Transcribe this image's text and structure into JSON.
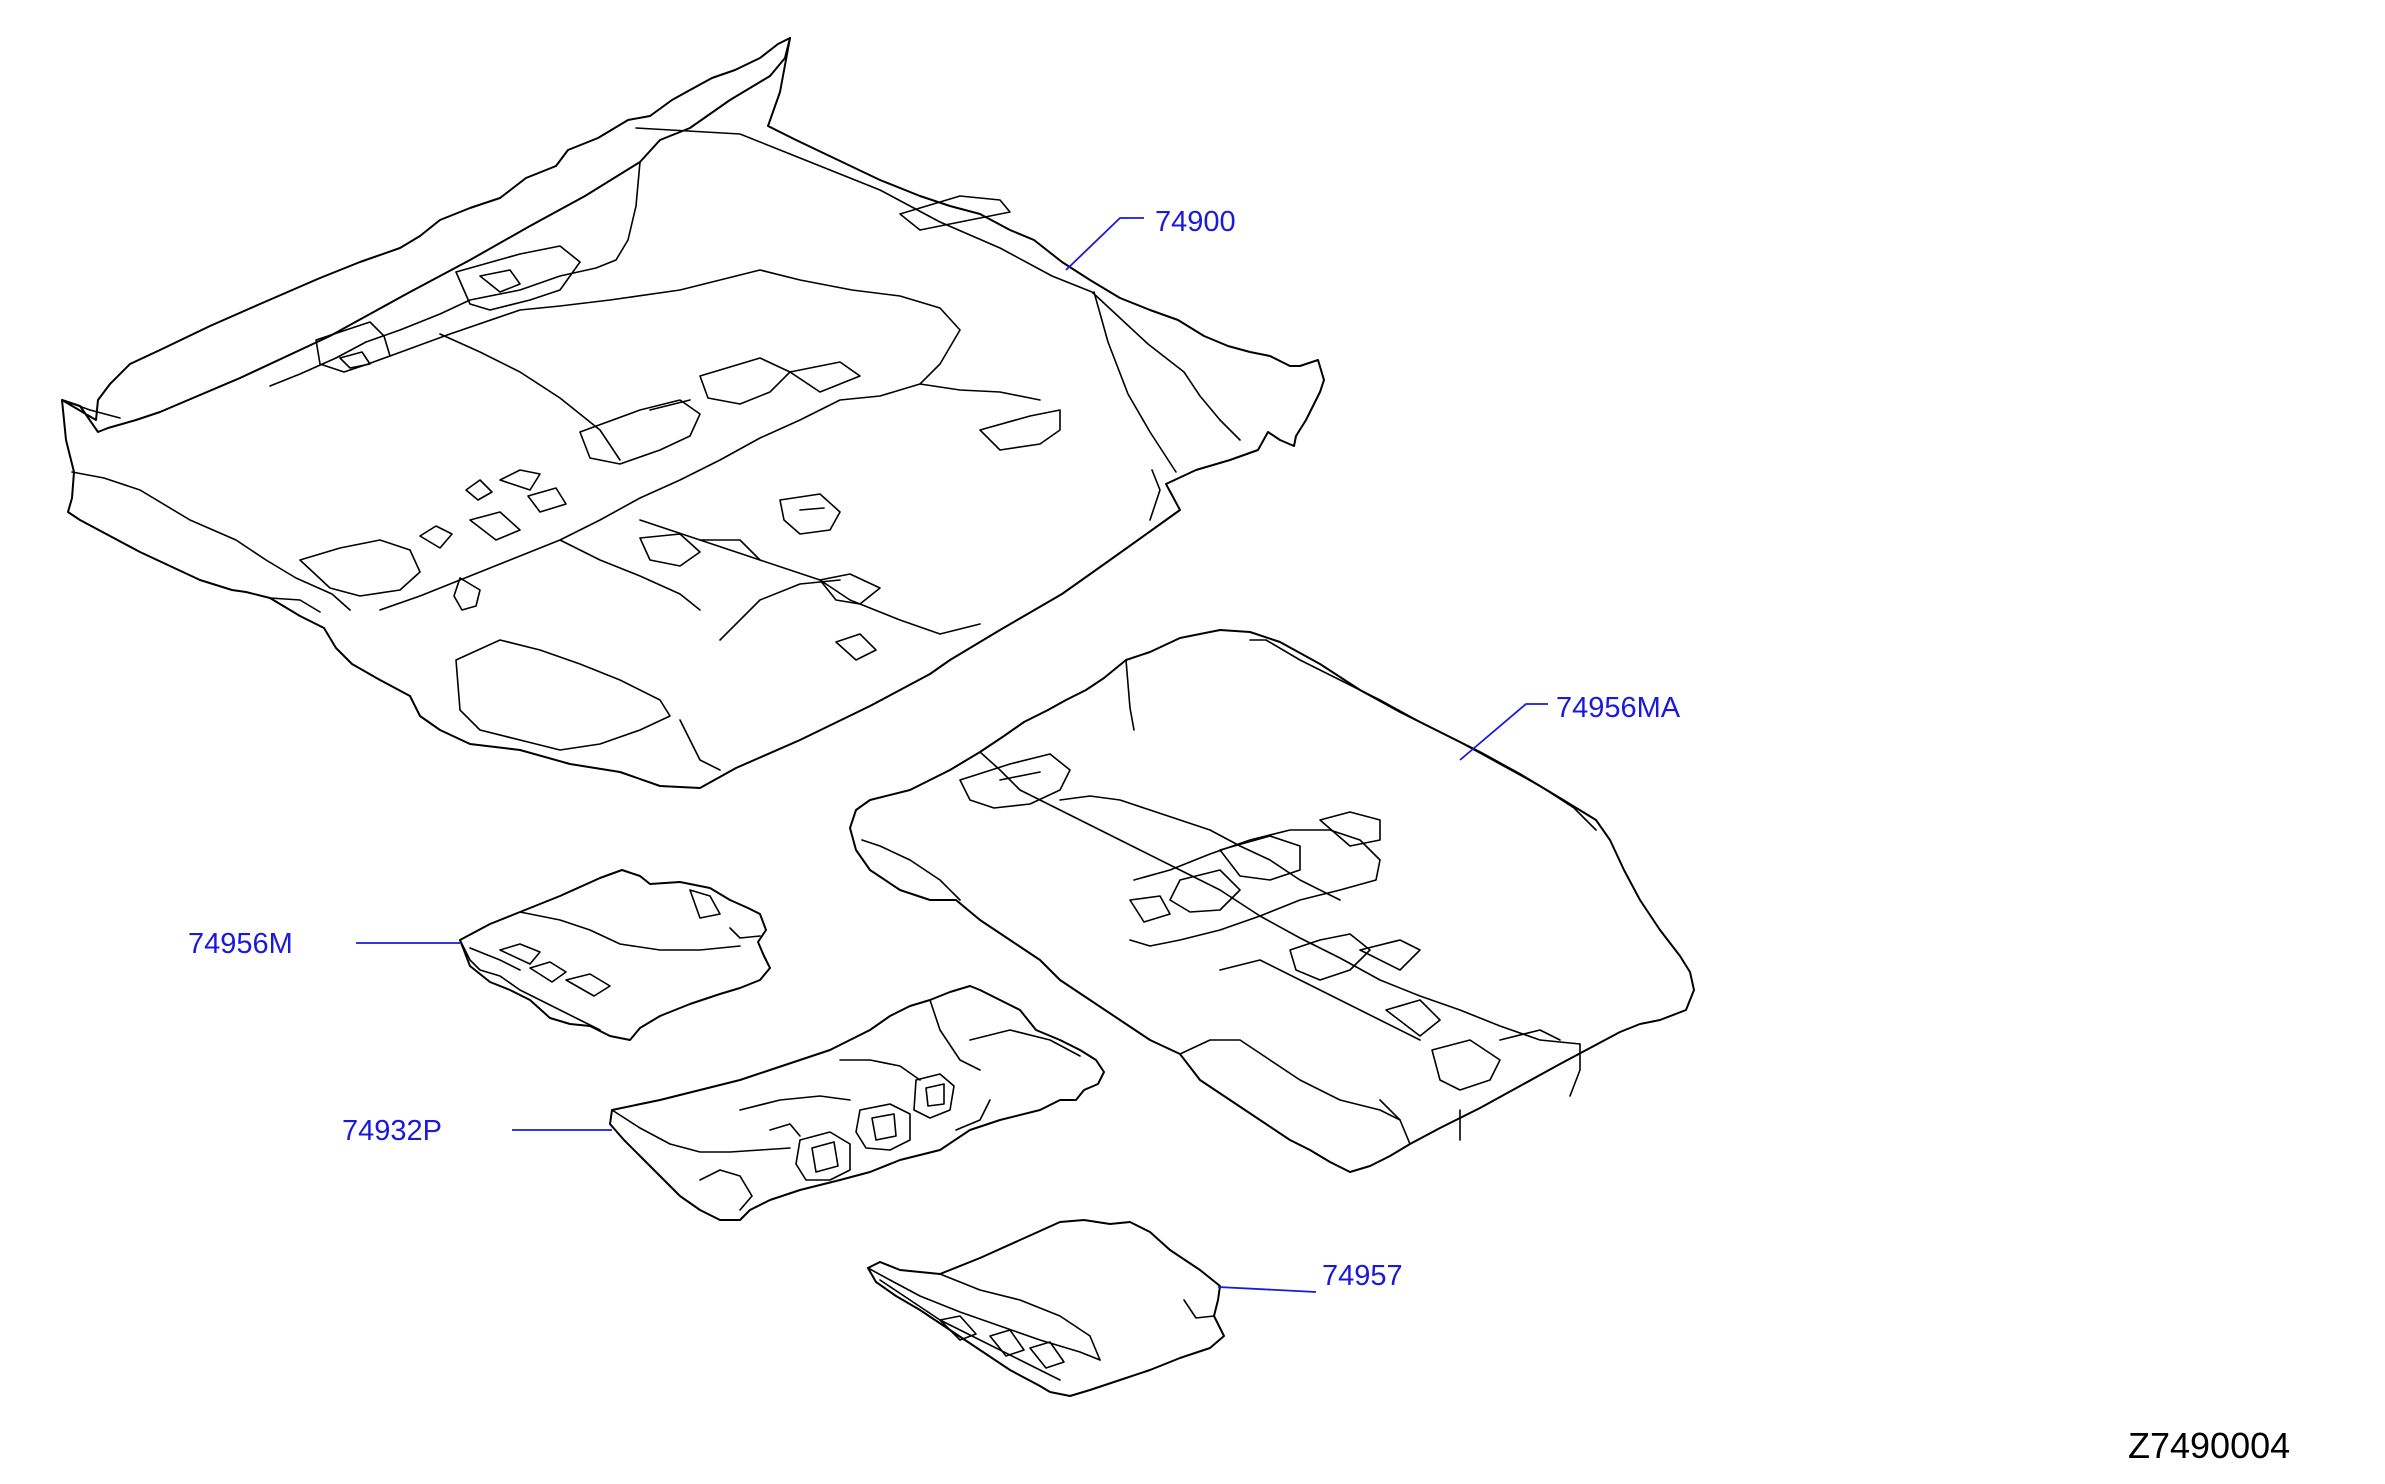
{
  "callouts": {
    "c74900": "74900",
    "c74956MA": "74956MA",
    "c74956M": "74956M",
    "c74932P": "74932P",
    "c74957": "74957"
  },
  "reference_code": "Z7490004",
  "colors": {
    "callout": "#1a1ad8",
    "line": "#000000",
    "background": "#ffffff"
  }
}
